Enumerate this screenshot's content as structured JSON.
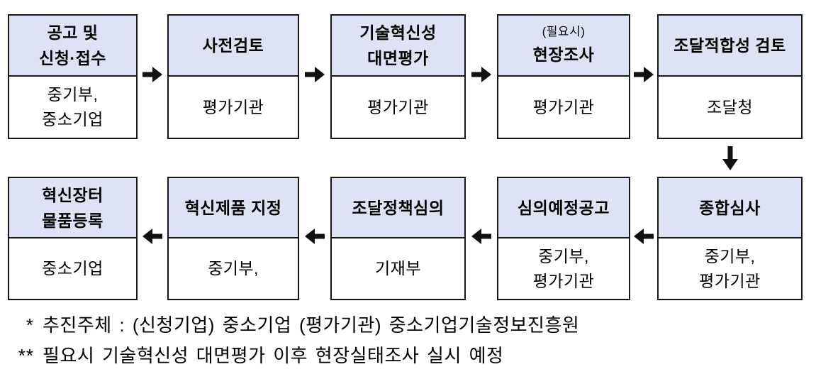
{
  "colors": {
    "header_fill": "#dde3f5",
    "border": "#161616",
    "arrow": "#111111",
    "text": "#000000"
  },
  "flow": {
    "row1": [
      {
        "id": "announcement-application",
        "header_lines": [
          "공고 및",
          "신청·접수"
        ],
        "body_lines": [
          "중기부,",
          "중소기업"
        ]
      },
      {
        "id": "pre-review",
        "header_lines": [
          "사전검토"
        ],
        "body_lines": [
          "평가기관"
        ]
      },
      {
        "id": "tech-innovation-evaluation",
        "header_lines": [
          "기술혁신성",
          "대면평가"
        ],
        "body_lines": [
          "평가기관"
        ]
      },
      {
        "id": "site-survey",
        "header_note": "(필요시)",
        "header_lines": [
          "현장조사"
        ],
        "body_lines": [
          "평가기관"
        ]
      },
      {
        "id": "procurement-suitability-review",
        "header_lines": [
          "조달적합성 검토"
        ],
        "body_lines": [
          "조달청"
        ]
      }
    ],
    "row2": [
      {
        "id": "innovation-market-registration",
        "header_lines": [
          "혁신장터",
          "물품등록"
        ],
        "body_lines": [
          "중소기업"
        ]
      },
      {
        "id": "innovation-product-designation",
        "header_lines": [
          "혁신제품 지정"
        ],
        "body_lines": [
          "중기부,"
        ]
      },
      {
        "id": "procurement-policy-deliberation",
        "header_lines": [
          "조달정책심의"
        ],
        "body_lines": [
          "기재부"
        ]
      },
      {
        "id": "deliberation-pre-announcement",
        "header_lines": [
          "심의예정공고"
        ],
        "body_lines": [
          "중기부,",
          "평가기관"
        ]
      },
      {
        "id": "comprehensive-review",
        "header_lines": [
          "종합심사"
        ],
        "body_lines": [
          "중기부,",
          "평가기관"
        ]
      }
    ]
  },
  "notes": [
    {
      "marker": "*",
      "text": "추진주체 : (신청기업) 중소기업 (평가기관) 중소기업기술정보진흥원"
    },
    {
      "marker": "**",
      "text": "필요시 기술혁신성 대면평가 이후 현장실태조사 실시 예정"
    }
  ]
}
